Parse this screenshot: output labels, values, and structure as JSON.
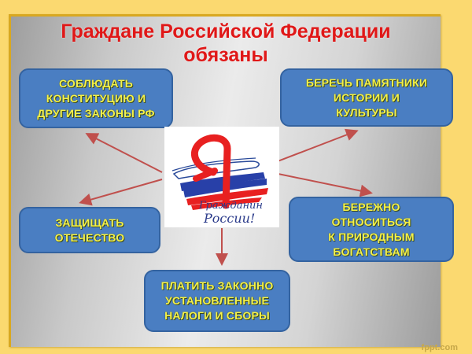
{
  "title": {
    "line1": "Граждане Российской Федерации",
    "line2": "обязаны"
  },
  "duties": [
    {
      "id": "constitution",
      "lines": [
        "СОБЛЮДАТЬ",
        "КОНСТИТУЦИЮ И",
        "ДРУГИЕ ЗАКОНЫ РФ"
      ]
    },
    {
      "id": "monuments",
      "lines": [
        "БЕРЕЧЬ ПАМЯТНИКИ",
        "ИСТОРИИ И",
        "КУЛЬТУРЫ"
      ]
    },
    {
      "id": "defend",
      "lines": [
        "ЗАЩИЩАТЬ",
        "ОТЕЧЕСТВО"
      ]
    },
    {
      "id": "nature",
      "lines": [
        "БЕРЕЖНО",
        "ОТНОСИТЬСЯ",
        "К ПРИРОДНЫМ",
        "БОГАТСТВАМ"
      ]
    },
    {
      "id": "taxes",
      "lines": [
        "ПЛАТИТЬ ЗАКОННО",
        "УСТАНОВЛЕННЫЕ",
        "НАЛОГИ И СБОРЫ"
      ]
    }
  ],
  "logo": {
    "letter": "Я",
    "line1": "Гражданин",
    "line2": "России!"
  },
  "colors": {
    "frame": "#fbd970",
    "title": "#e01818",
    "box_fill": "#4a7ec2",
    "box_text": "#f4f14a",
    "arrow": "#c0504d"
  },
  "watermark": "fppt.com"
}
